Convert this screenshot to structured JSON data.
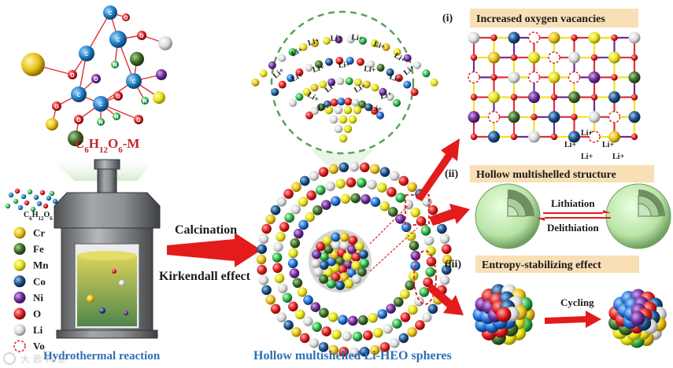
{
  "molecule": {
    "formula_main": "C6H12O6-M",
    "formula_small": "C6H12O6",
    "atom_labels": [
      "C",
      "C",
      "C",
      "C",
      "C",
      "C",
      "O",
      "O",
      "O",
      "O",
      "O",
      "O",
      "O",
      "O",
      "H",
      "H",
      "H",
      "H",
      "H",
      "H",
      "H",
      "H"
    ]
  },
  "legend": {
    "items": [
      {
        "label": "Cr",
        "color": "#e8c21a"
      },
      {
        "label": "Fe",
        "color": "#3c6b2c"
      },
      {
        "label": "Mn",
        "color": "#e7e21b"
      },
      {
        "label": "Co",
        "color": "#1a4f86"
      },
      {
        "label": "Ni",
        "color": "#6c2d93"
      },
      {
        "label": "O",
        "color": "#e11d1d"
      },
      {
        "label": "Li",
        "color": "#e8e8e8"
      },
      {
        "label": "Vo",
        "color": "#d62020"
      }
    ]
  },
  "process": {
    "step1": "Calcination",
    "step2": "Kirkendall effect"
  },
  "captions": {
    "left": "Hydrothermal reaction",
    "center": "Hollow multishelled Li-HEO spheres"
  },
  "panels": {
    "i": {
      "roman": "(i)",
      "title": "Increased oxygen vacancies"
    },
    "ii": {
      "roman": "(ii)",
      "title": "Hollow multishelled structure",
      "forward": "Lithiation",
      "backward": "Delithiation"
    },
    "iii": {
      "roman": "(iii)",
      "title": "Entropy-stabilizing effect",
      "action": "Cycling"
    }
  },
  "ion_label": "Li+",
  "colors": {
    "accent_red": "#e31b1b",
    "caption_blue": "#2e6fb6",
    "formula_red": "#c0262c",
    "title_box": "#f8dfb6",
    "sphere_green": "#b8e4a6"
  }
}
